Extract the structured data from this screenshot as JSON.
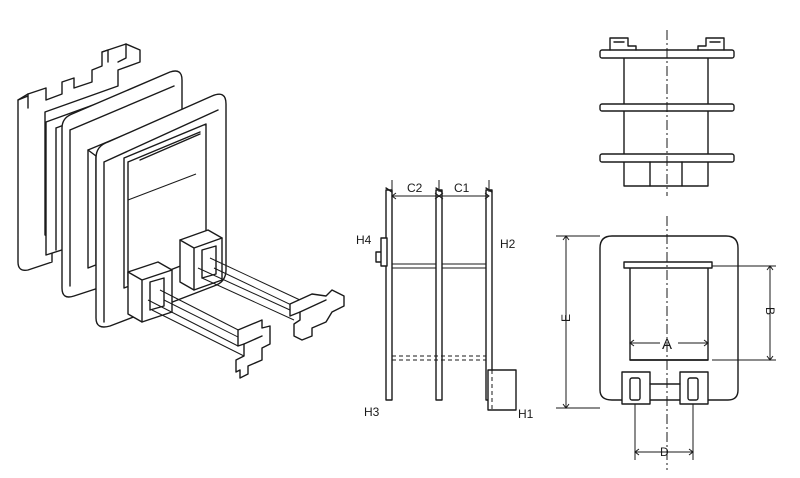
{
  "labels": {
    "c2": "C2",
    "c1": "C1",
    "h4": "H4",
    "h2": "H2",
    "h3": "H3",
    "h1": "H1",
    "e": "E",
    "b": "B",
    "a": "A",
    "d": "D"
  }
}
